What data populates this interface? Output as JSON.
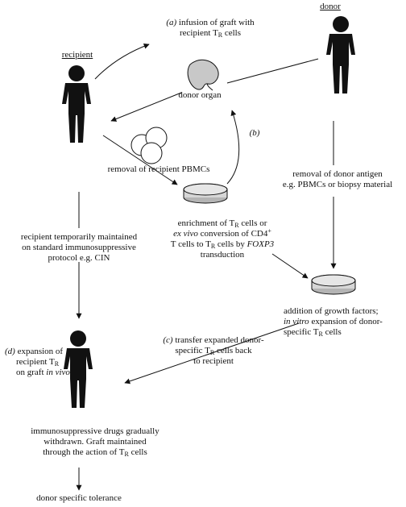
{
  "labels": {
    "recipient": "recipient",
    "donor": "donor",
    "donor_organ": "donor organ",
    "a_prefix": "(a)",
    "a_text": "infusion of graft with",
    "a_line2": "recipient T",
    "b": "(b)",
    "removal_pbmc": "removal of recipient PBMCs",
    "enrich_1": "enrichment of T",
    "enrich_1b": " cells or",
    "enrich_2a": "ex vivo",
    "enrich_2b": " conversion of CD4",
    "enrich_3a": "T cells to T",
    "enrich_3b": " cells by ",
    "enrich_3c": "FOXP3",
    "enrich_4": "transduction",
    "maintained_1": "recipient temporarily maintained",
    "maintained_2": "on standard immunosuppressive",
    "maintained_3": "protocol e.g. CIN",
    "donor_antigen_1": "removal of donor antigen",
    "donor_antigen_2": "e.g. PBMCs or biopsy material",
    "growth_1": "addition of growth factors;",
    "growth_2a": "in vitro",
    "growth_2b": " expansion of donor-",
    "growth_3": "specific T",
    "growth_3b": " cells",
    "c_prefix": "(c)",
    "c_1": "transfer expanded donor-",
    "c_2": "specific T",
    "c_2b": " cells back",
    "c_3": "to recipient",
    "d_prefix": "(d)",
    "d_1": "expansion of",
    "d_2": "recipient T",
    "d_3a": "on graft ",
    "d_3b": "in vivo",
    "withdrawn_1": "immunosuppressive drugs gradually",
    "withdrawn_2": "withdrawn. Graft maintained",
    "withdrawn_3": "through the action of T",
    "withdrawn_3b": " cells",
    "tolerance": "donor specific tolerance",
    "sub_R": "R",
    "sup_plus": "+"
  },
  "icons": [
    "person-icon",
    "organ-icon",
    "cells-icon",
    "petri-dish-icon"
  ],
  "colors": {
    "ink": "#111111",
    "organ_fill": "#c8c8c8",
    "dish_fill": "#b4b4b4"
  }
}
